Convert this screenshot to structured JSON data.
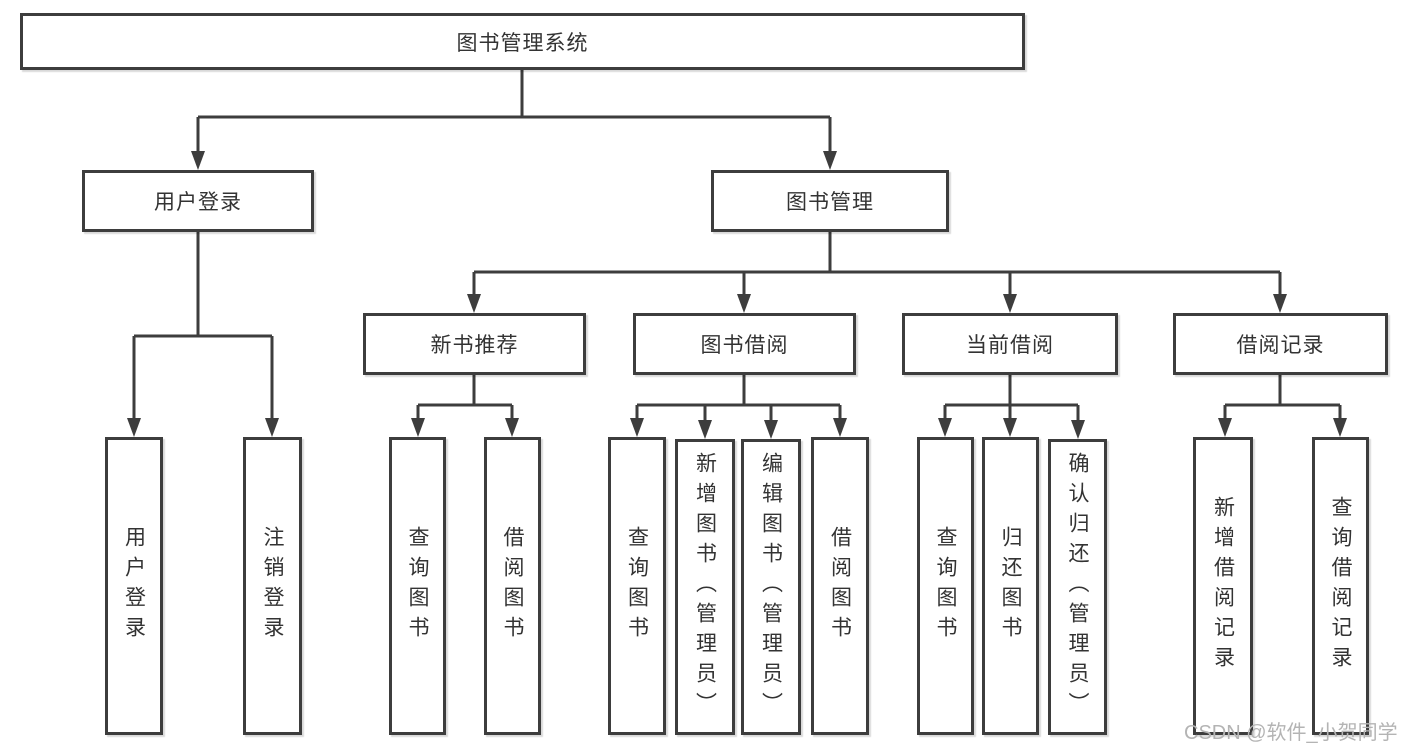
{
  "nodes": {
    "root": "图书管理系统",
    "user_login": "用户登录",
    "book_mgmt": "图书管理",
    "new_book_rec": "新书推荐",
    "book_borrow": "图书借阅",
    "current_borrow": "当前借阅",
    "borrow_record": "借阅记录",
    "ul_login": "用户登录",
    "ul_logout": "注销登录",
    "nb_query": "查询图书",
    "nb_borrow": "借阅图书",
    "bb_query": "查询图书",
    "bb_add": "新增图书（管理员）",
    "bb_edit": "编辑图书（管理员）",
    "bb_borrow": "借阅图书",
    "cb_query": "查询图书",
    "cb_return": "归还图书",
    "cb_confirm": "确认归还（管理员）",
    "br_add": "新增借阅记录",
    "br_query": "查询借阅记录"
  },
  "watermark": {
    "text": "CSDN @软件_小贺同学"
  },
  "colors": {
    "line": "#3d3d3d",
    "text": "#333333",
    "watermark": "#b4b4b4",
    "background": "#ffffff"
  }
}
